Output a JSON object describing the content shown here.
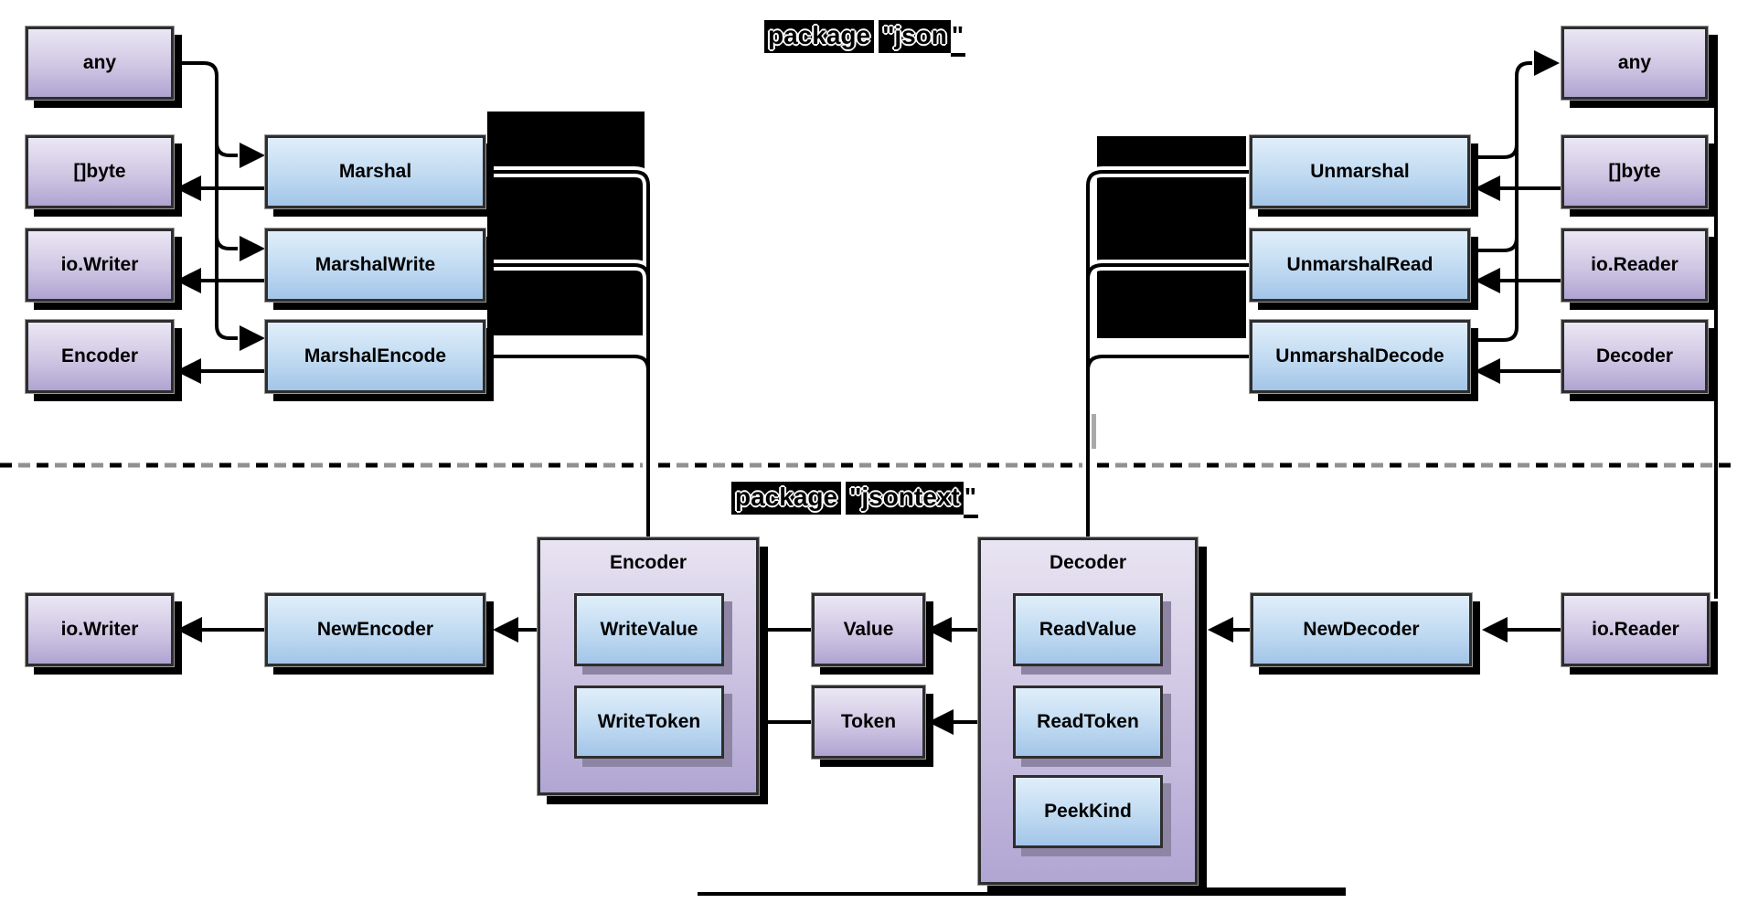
{
  "titles": {
    "json": {
      "word": "package",
      "name": "\"json",
      "quote": "\""
    },
    "jsontext": {
      "word": "package",
      "name": "\"jsontext",
      "quote": "\""
    }
  },
  "json_package": {
    "marshal_side": {
      "types": [
        "any",
        "[]byte",
        "io.Writer",
        "Encoder"
      ],
      "funcs": [
        "Marshal",
        "MarshalWrite",
        "MarshalEncode"
      ]
    },
    "unmarshal_side": {
      "funcs": [
        "Unmarshal",
        "UnmarshalRead",
        "UnmarshalDecode"
      ],
      "types": [
        "any",
        "[]byte",
        "io.Reader",
        "Decoder"
      ]
    }
  },
  "jsontext_package": {
    "writer_type": "io.Writer",
    "new_encoder": "NewEncoder",
    "encoder": {
      "title": "Encoder",
      "methods": [
        "WriteValue",
        "WriteToken"
      ]
    },
    "value_label": "Value",
    "token_label": "Token",
    "decoder": {
      "title": "Decoder",
      "methods": [
        "ReadValue",
        "ReadToken",
        "PeekKind"
      ]
    },
    "new_decoder": "NewDecoder",
    "reader_type": "io.Reader"
  },
  "colors": {
    "purple_top": "#ebe7f4",
    "purple_bottom": "#b0a4d2",
    "blue_top": "#e0eefa",
    "blue_bottom": "#a3c5e8",
    "border": "#2e2e2e",
    "shadow": "#000000",
    "inner_shadow": "#8d85a3",
    "dash_black": "#000000",
    "dash_gray": "#919191",
    "glitch_region": "#000000"
  }
}
